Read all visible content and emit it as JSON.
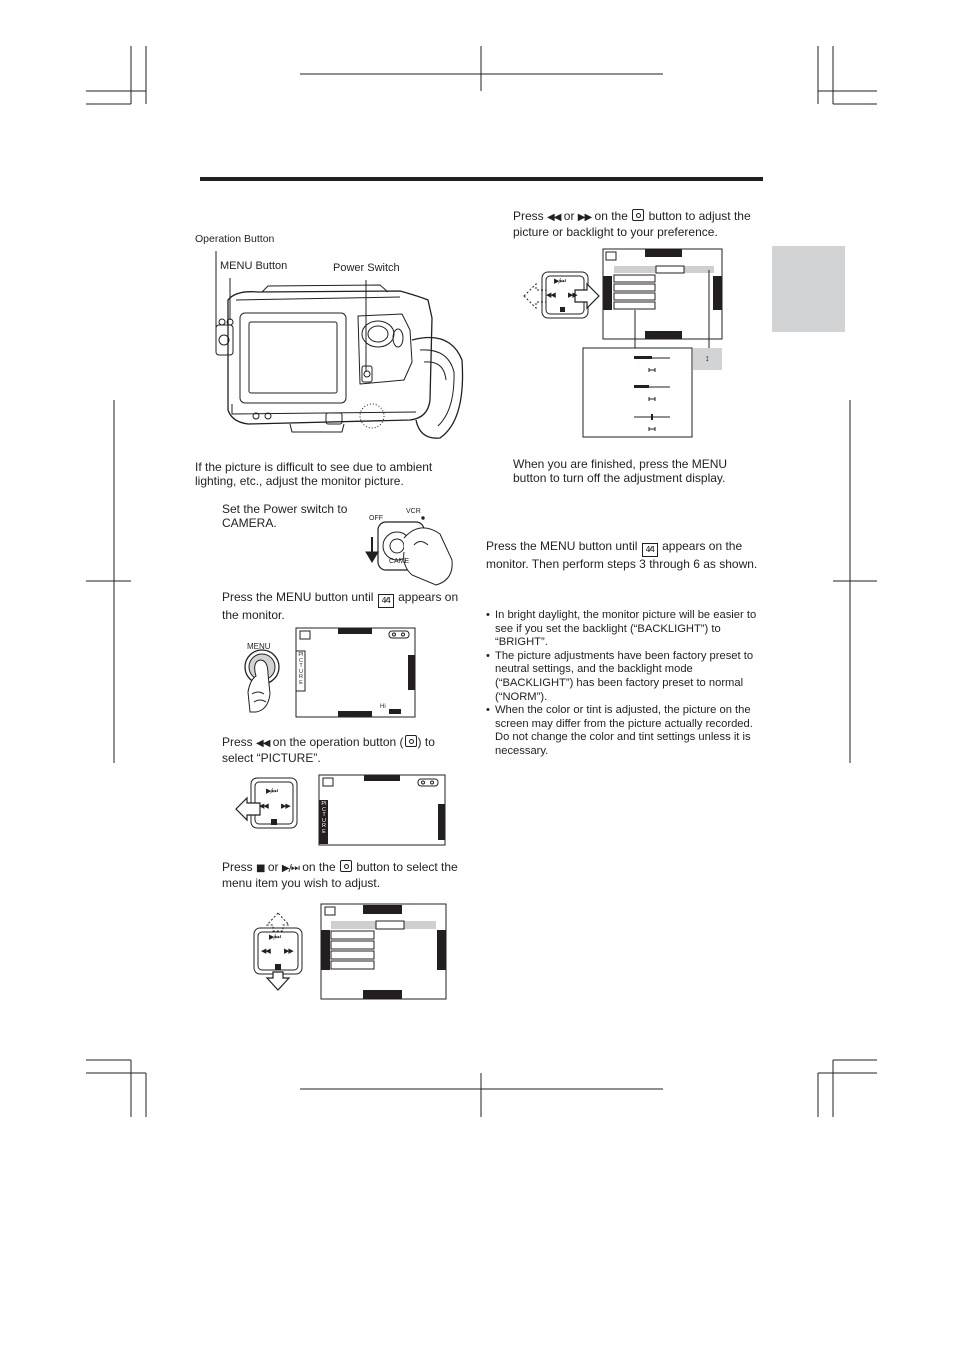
{
  "labels": {
    "operation_button": "Operation Button",
    "menu_button": "MENU Button",
    "power_switch": "Power Switch"
  },
  "left": {
    "intro": "If the picture is difficult to see due to ambient lighting, etc., adjust the monitor picture.",
    "step1": "Set the Power switch to CAMERA.",
    "step2_a": "Press the MENU button until",
    "step2_b": "appears on the monitor.",
    "step3_a": "Press",
    "step3_b": "on the operation button (",
    "step3_c": ") to select “PICTURE”.",
    "step4_a": "Press",
    "step4_or": "or",
    "step4_b": "on the",
    "step4_c": "button to select the menu item you wish to adjust."
  },
  "right": {
    "step5_a": "Press",
    "step5_or": "or",
    "step5_b": "on the",
    "step5_c": "button to adjust the picture or backlight to your preference.",
    "step6": "When you are finished, press the MENU button to turn off the adjustment display.",
    "vcr_a": "Press the MENU button until",
    "vcr_b": "appears on the monitor. Then perform steps 3 through 6 as shown.",
    "notes": [
      "In bright daylight, the monitor picture will be easier to see if you set the backlight (“BACKLIGHT”) to “BRIGHT”.",
      "The picture adjustments have been factory preset to neutral settings, and the backlight mode (“BACKLIGHT”) has been factory preset to normal (“NORM”).",
      "When the color or tint is adjusted, the picture on the screen may differ from the picture actually recorded. Do not change the color and tint settings unless it is necessary."
    ]
  },
  "figures": {
    "switch_off": "OFF",
    "switch_vcr": "VCR",
    "switch_camera": "CAME",
    "menu_key": "MENU",
    "menu_tab_vertical": "PICTURE",
    "hi_label": "Hi",
    "play_symbol": "▶/⏭",
    "rew_symbol": "◀◀",
    "ff_symbol": "▶▶",
    "stop_symbol": "■",
    "menu_icon_text": "4⁄4",
    "updown_symbol": "↕"
  },
  "colors": {
    "ink": "#231f20",
    "side_tab": "#d1d3d4",
    "highlight_row": "#cfcfcf"
  }
}
